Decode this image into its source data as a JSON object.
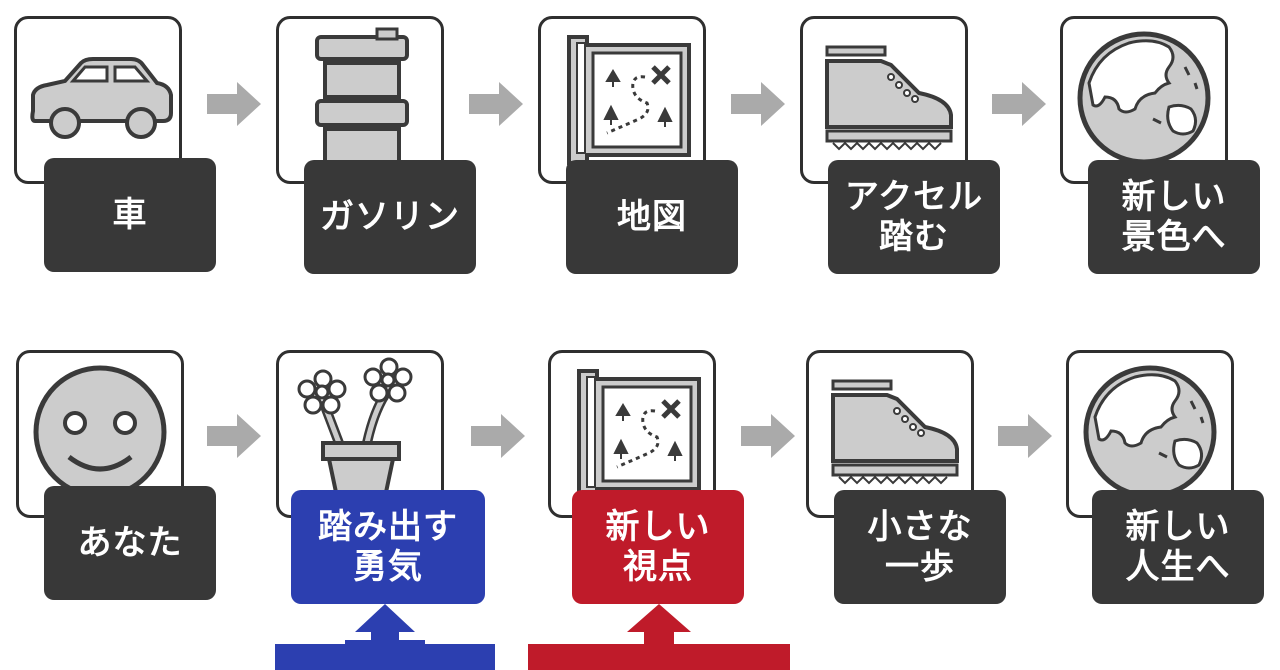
{
  "colors": {
    "box_border": "#2f2f2f",
    "label_dark": "#383838",
    "label_blue": "#2c3fb0",
    "label_red": "#bf1b2a",
    "arrow_gray": "#aaaaaa",
    "icon_fill": "#cccccc",
    "icon_stroke": "#3a3a3a"
  },
  "row1": {
    "steps": [
      {
        "icon": "car-icon",
        "lines": [
          "車"
        ]
      },
      {
        "icon": "fuel-drum-icon",
        "lines": [
          "ガソリン"
        ]
      },
      {
        "icon": "treasure-map-icon",
        "lines": [
          "地図"
        ]
      },
      {
        "icon": "boot-icon",
        "lines": [
          "アクセル",
          "踏む"
        ]
      },
      {
        "icon": "globe-icon",
        "lines": [
          "新しい",
          "景色へ"
        ]
      }
    ]
  },
  "row2": {
    "steps": [
      {
        "icon": "smiley-face-icon",
        "lines": [
          "あなた"
        ]
      },
      {
        "icon": "flower-pot-icon",
        "lines": [
          "踏み出す",
          "勇気"
        ],
        "highlight": "blue"
      },
      {
        "icon": "treasure-map-icon",
        "lines": [
          "新しい",
          "視点"
        ],
        "highlight": "red"
      },
      {
        "icon": "boot-icon",
        "lines": [
          "小さな",
          "一歩"
        ]
      },
      {
        "icon": "globe-icon",
        "lines": [
          "新しい",
          "人生へ"
        ]
      }
    ]
  }
}
